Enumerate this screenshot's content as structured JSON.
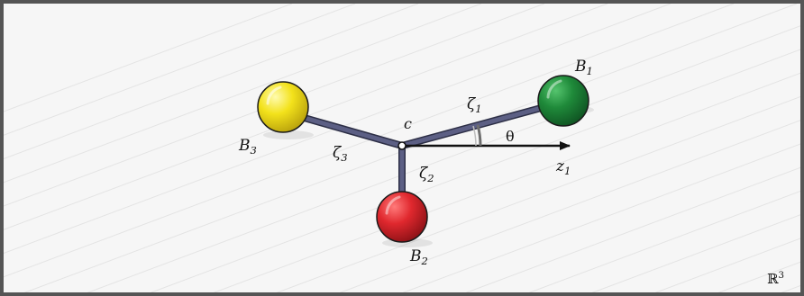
{
  "diagram": {
    "balls": [
      {
        "id": "B1",
        "base": "B",
        "sub": "1",
        "color": "#1f8a3a",
        "light": "#55c46e",
        "dark": "#0f5322"
      },
      {
        "id": "B2",
        "base": "B",
        "sub": "2",
        "color": "#e0282e",
        "light": "#ff7a7a",
        "dark": "#8c1116"
      },
      {
        "id": "B3",
        "base": "B",
        "sub": "3",
        "color": "#f3e21b",
        "light": "#fffbb0",
        "dark": "#b8a10c"
      }
    ],
    "center": {
      "label": "c"
    },
    "rods": [
      {
        "base": "ζ",
        "sub": "1"
      },
      {
        "base": "ζ",
        "sub": "2"
      },
      {
        "base": "ζ",
        "sub": "3"
      }
    ],
    "axis": {
      "base": "z",
      "sub": "1"
    },
    "angle": {
      "label": "θ"
    },
    "space": {
      "base": "ℝ",
      "sup": "3"
    },
    "colors": {
      "rod": "#5c5f84",
      "rod_dark": "#2d2f46",
      "border": "#555555",
      "background": "#f6f6f6",
      "hatch": "#e3e3e3"
    }
  }
}
